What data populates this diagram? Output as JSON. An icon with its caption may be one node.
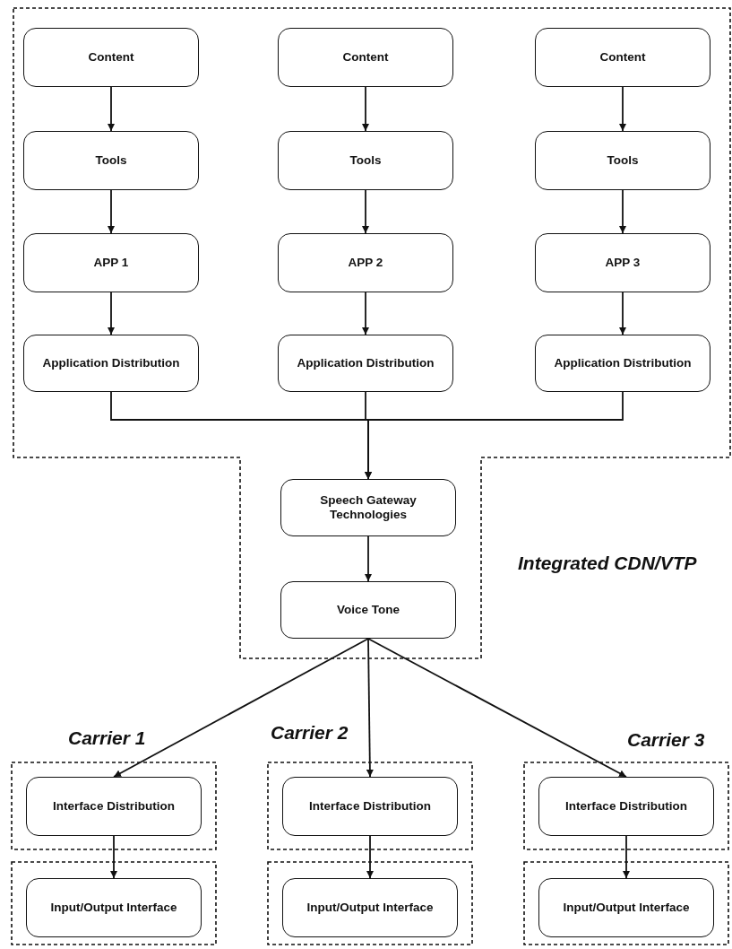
{
  "diagram": {
    "nodes": [
      {
        "text": [
          "Integrated CDN/VTP"
        ]
      },
      {
        "text": [
          "Content"
        ],
        "in": 0
      },
      {
        "text": [
          "Content"
        ],
        "in": 0
      },
      {
        "text": [
          "Content"
        ],
        "in": 0
      },
      {
        "text": [
          "Tools"
        ],
        "in": 0
      },
      {
        "text": [
          "Tools"
        ],
        "in": 0
      },
      {
        "text": [
          "Tools"
        ],
        "in": 0
      },
      {
        "text": [
          "APP 1"
        ],
        "in": 0
      },
      {
        "text": [
          "APP 2"
        ],
        "in": 0
      },
      {
        "text": [
          "APP 3"
        ],
        "in": 0
      },
      {
        "text": [
          "Application Distribution"
        ],
        "in": 0
      },
      {
        "text": [
          "Application Distribution"
        ],
        "in": 0
      },
      {
        "text": [
          "Application Distribution"
        ],
        "in": 0
      },
      {
        "text": [
          "Speech Gateway Technologies"
        ],
        "in": 0
      },
      {
        "text": [
          "Voice Tone"
        ],
        "in": 0
      },
      {
        "text": [
          "Carrier 1"
        ]
      },
      {
        "text": [
          "Interface Distribution"
        ],
        "in": 15
      },
      {
        "text": [
          "Carrier 2"
        ]
      },
      {
        "text": [
          "Interface Distribution"
        ],
        "in": 17
      },
      {
        "text": [
          "Carrier 3"
        ]
      },
      {
        "text": [
          "Interface Distribution"
        ],
        "in": 19
      },
      {
        "text": [],
        "shape": "box"
      },
      {
        "text": [
          "Input/Output Interface"
        ],
        "in": 21
      },
      {
        "text": [],
        "shape": "box"
      },
      {
        "text": [
          "Input/Output Interface"
        ],
        "in": 23
      },
      {
        "text": [],
        "shape": "box"
      },
      {
        "text": [
          "Input/Output Interface"
        ],
        "in": 25
      }
    ],
    "edges": [
      {
        "from": 1,
        "to": 4,
        "arrow": "to"
      },
      {
        "from": 2,
        "to": 5,
        "arrow": "to"
      },
      {
        "from": 3,
        "to": 6,
        "arrow": "to"
      },
      {
        "from": 4,
        "to": 7,
        "arrow": "to"
      },
      {
        "from": 5,
        "to": 8,
        "arrow": "to"
      },
      {
        "from": 6,
        "to": 9,
        "arrow": "to"
      },
      {
        "from": 7,
        "to": 10,
        "arrow": "to"
      },
      {
        "from": 8,
        "to": 11,
        "arrow": "to"
      },
      {
        "from": 9,
        "to": 12,
        "arrow": "to"
      },
      {
        "from": 10,
        "to": 13,
        "arrow": "to"
      },
      {
        "from": 11,
        "to": 13,
        "arrow": "to"
      },
      {
        "from": 12,
        "to": 13,
        "arrow": "to"
      },
      {
        "from": 13,
        "to": 14,
        "arrow": "to"
      },
      {
        "from": 14,
        "to": 16,
        "arrow": "to"
      },
      {
        "from": 14,
        "to": 18,
        "arrow": "to"
      },
      {
        "from": 14,
        "to": 20,
        "arrow": "to"
      },
      {
        "from": 16,
        "to": 22,
        "arrow": "to"
      },
      {
        "from": 18,
        "to": 24,
        "arrow": "to"
      },
      {
        "from": 20,
        "to": 26,
        "arrow": "to"
      }
    ]
  }
}
